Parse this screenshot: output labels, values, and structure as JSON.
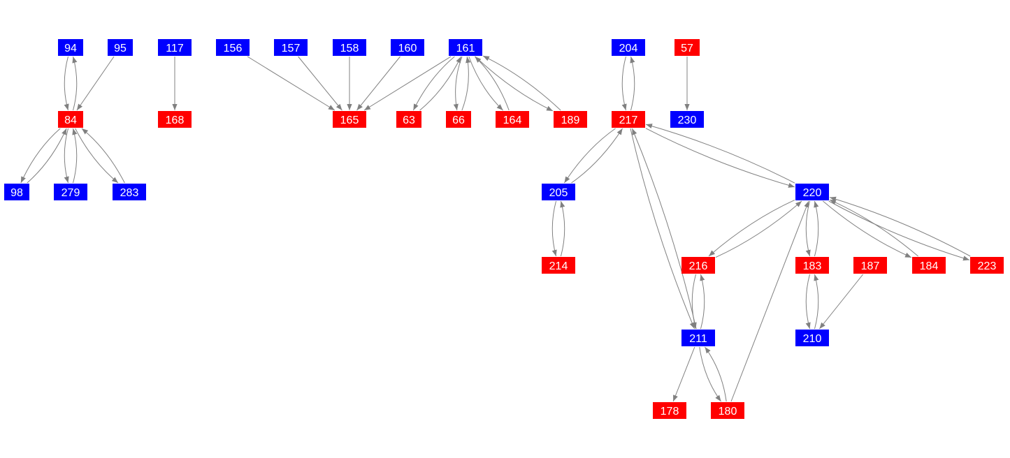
{
  "colors": {
    "blue": "#0000ff",
    "red": "#ff0000",
    "edge": "#808080",
    "label": "#ffffff"
  },
  "nodes": [
    {
      "id": "94",
      "color": "blue"
    },
    {
      "id": "95",
      "color": "blue"
    },
    {
      "id": "117",
      "color": "blue"
    },
    {
      "id": "156",
      "color": "blue"
    },
    {
      "id": "157",
      "color": "blue"
    },
    {
      "id": "158",
      "color": "blue"
    },
    {
      "id": "160",
      "color": "blue"
    },
    {
      "id": "161",
      "color": "blue"
    },
    {
      "id": "204",
      "color": "blue"
    },
    {
      "id": "57",
      "color": "red"
    },
    {
      "id": "84",
      "color": "red"
    },
    {
      "id": "168",
      "color": "red"
    },
    {
      "id": "165",
      "color": "red"
    },
    {
      "id": "63",
      "color": "red"
    },
    {
      "id": "66",
      "color": "red"
    },
    {
      "id": "164",
      "color": "red"
    },
    {
      "id": "189",
      "color": "red"
    },
    {
      "id": "217",
      "color": "red"
    },
    {
      "id": "230",
      "color": "blue"
    },
    {
      "id": "98",
      "color": "blue"
    },
    {
      "id": "279",
      "color": "blue"
    },
    {
      "id": "283",
      "color": "blue"
    },
    {
      "id": "205",
      "color": "blue"
    },
    {
      "id": "220",
      "color": "blue"
    },
    {
      "id": "214",
      "color": "red"
    },
    {
      "id": "216",
      "color": "red"
    },
    {
      "id": "183",
      "color": "red"
    },
    {
      "id": "187",
      "color": "red"
    },
    {
      "id": "184",
      "color": "red"
    },
    {
      "id": "223",
      "color": "red"
    },
    {
      "id": "211",
      "color": "blue"
    },
    {
      "id": "210",
      "color": "blue"
    },
    {
      "id": "178",
      "color": "red"
    },
    {
      "id": "180",
      "color": "red"
    }
  ],
  "edges": [
    [
      "94",
      "84"
    ],
    [
      "84",
      "94"
    ],
    [
      "95",
      "84"
    ],
    [
      "117",
      "168"
    ],
    [
      "156",
      "165"
    ],
    [
      "157",
      "165"
    ],
    [
      "158",
      "165"
    ],
    [
      "160",
      "165"
    ],
    [
      "161",
      "165"
    ],
    [
      "161",
      "63"
    ],
    [
      "63",
      "161"
    ],
    [
      "161",
      "66"
    ],
    [
      "66",
      "161"
    ],
    [
      "161",
      "164"
    ],
    [
      "164",
      "161"
    ],
    [
      "161",
      "189"
    ],
    [
      "189",
      "161"
    ],
    [
      "204",
      "217"
    ],
    [
      "217",
      "204"
    ],
    [
      "57",
      "230"
    ],
    [
      "84",
      "98"
    ],
    [
      "98",
      "84"
    ],
    [
      "84",
      "279"
    ],
    [
      "279",
      "84"
    ],
    [
      "84",
      "283"
    ],
    [
      "283",
      "84"
    ],
    [
      "217",
      "205"
    ],
    [
      "205",
      "217"
    ],
    [
      "205",
      "214"
    ],
    [
      "214",
      "205"
    ],
    [
      "217",
      "220"
    ],
    [
      "220",
      "217"
    ],
    [
      "217",
      "211"
    ],
    [
      "211",
      "217"
    ],
    [
      "220",
      "216"
    ],
    [
      "216",
      "220"
    ],
    [
      "216",
      "211"
    ],
    [
      "211",
      "216"
    ],
    [
      "220",
      "183"
    ],
    [
      "183",
      "220"
    ],
    [
      "183",
      "210"
    ],
    [
      "210",
      "183"
    ],
    [
      "187",
      "210"
    ],
    [
      "220",
      "184"
    ],
    [
      "184",
      "220"
    ],
    [
      "220",
      "223"
    ],
    [
      "223",
      "220"
    ],
    [
      "211",
      "178"
    ],
    [
      "211",
      "180"
    ],
    [
      "180",
      "211"
    ],
    [
      "180",
      "220"
    ]
  ]
}
